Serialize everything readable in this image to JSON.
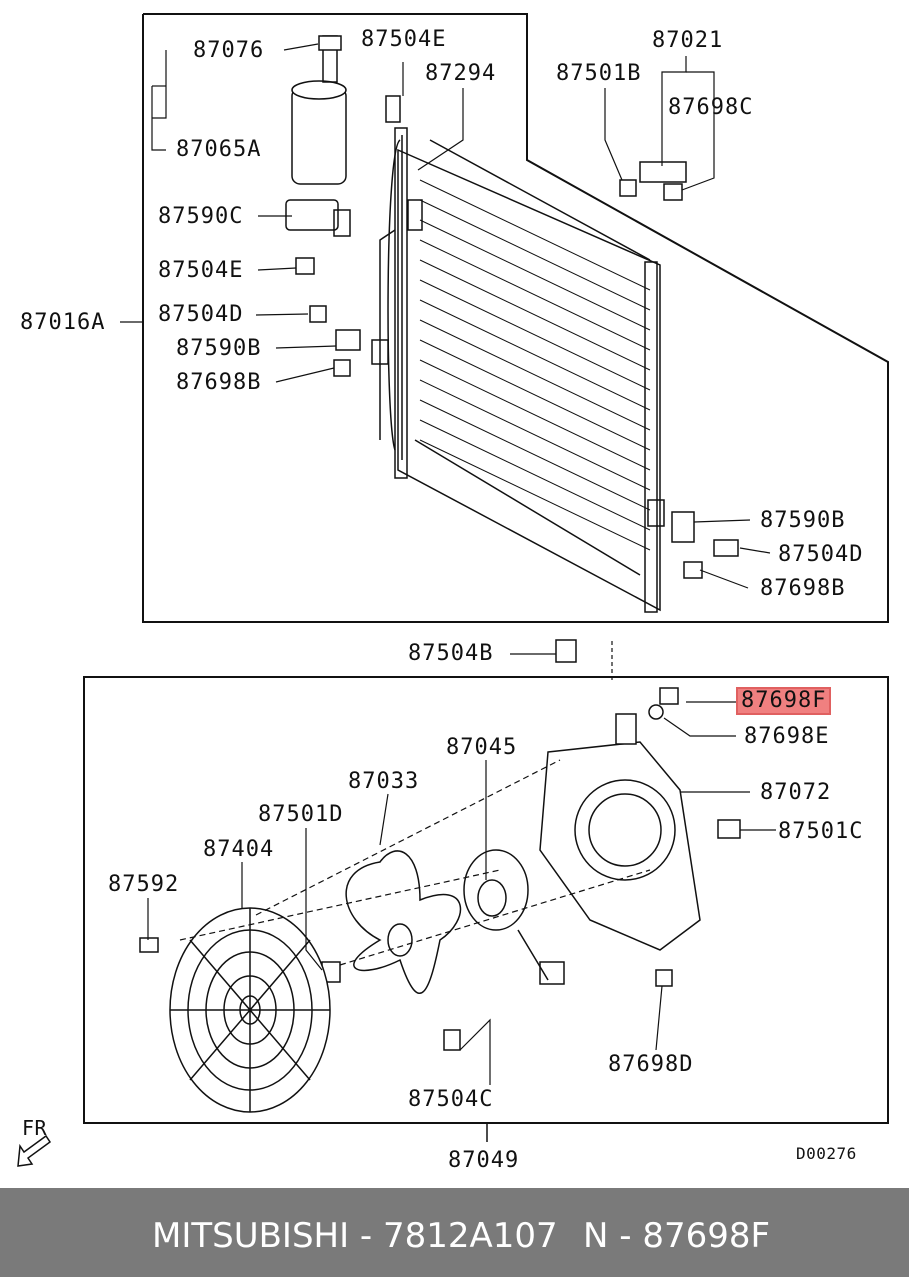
{
  "labels": [
    {
      "id": "87076",
      "text": "87076"
    },
    {
      "id": "87504E-top",
      "text": "87504E"
    },
    {
      "id": "87294",
      "text": "87294"
    },
    {
      "id": "87021",
      "text": "87021"
    },
    {
      "id": "87501B",
      "text": "87501B"
    },
    {
      "id": "87698C",
      "text": "87698C"
    },
    {
      "id": "87065A",
      "text": "87065A"
    },
    {
      "id": "87590C",
      "text": "87590C"
    },
    {
      "id": "87504E-mid",
      "text": "87504E"
    },
    {
      "id": "87016A",
      "text": "87016A"
    },
    {
      "id": "87504D-left",
      "text": "87504D"
    },
    {
      "id": "87590B-left",
      "text": "87590B"
    },
    {
      "id": "87698B-left",
      "text": "87698B"
    },
    {
      "id": "87590B-right",
      "text": "87590B"
    },
    {
      "id": "87504D-right",
      "text": "87504D"
    },
    {
      "id": "87698B-right",
      "text": "87698B"
    },
    {
      "id": "87504B",
      "text": "87504B"
    },
    {
      "id": "87698F",
      "text": "87698F"
    },
    {
      "id": "87698E",
      "text": "87698E"
    },
    {
      "id": "87045",
      "text": "87045"
    },
    {
      "id": "87033",
      "text": "87033"
    },
    {
      "id": "87072",
      "text": "87072"
    },
    {
      "id": "87501D",
      "text": "87501D"
    },
    {
      "id": "87501C",
      "text": "87501C"
    },
    {
      "id": "87404",
      "text": "87404"
    },
    {
      "id": "87592",
      "text": "87592"
    },
    {
      "id": "87698D",
      "text": "87698D"
    },
    {
      "id": "87504C",
      "text": "87504C"
    },
    {
      "id": "87049",
      "text": "87049"
    }
  ],
  "fr_label": "FR",
  "diagram_code": "D00276",
  "footer": {
    "brand": "MITSUBISHI - 7812A107",
    "part": "N - 87698F"
  },
  "colors": {
    "highlight": "#f08080",
    "footer_bg": "#7a7a7a"
  }
}
